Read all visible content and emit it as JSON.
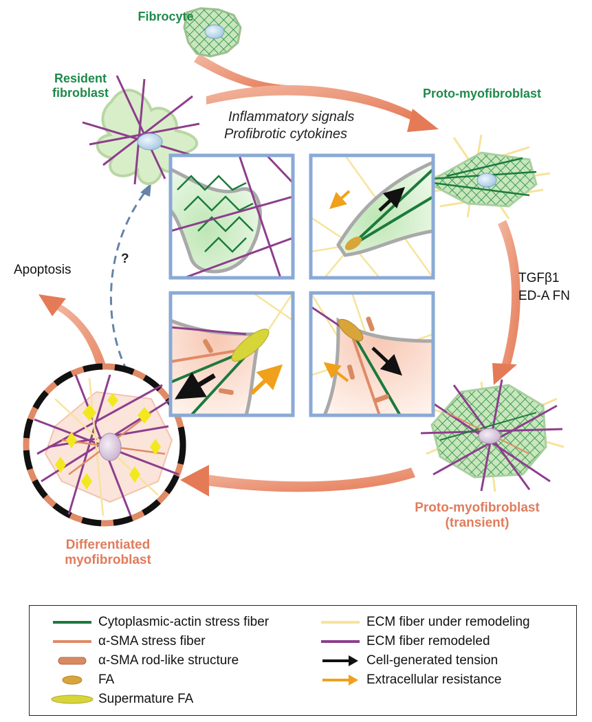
{
  "cells": {
    "fibrocyte": "Fibrocyte",
    "resident_line1": "Resident",
    "resident_line2": "fibroblast",
    "proto": "Proto-myofibroblast",
    "proto_transient_line1": "Proto-myofibroblast",
    "proto_transient_line2": "(transient)",
    "differentiated_line1": "Differentiated",
    "differentiated_line2": "myofibroblast"
  },
  "signals": {
    "inflammatory": "Inflammatory signals",
    "profibrotic": "Profibrotic cytokines",
    "tgf": "TGFβ1",
    "edafn": "ED-A FN"
  },
  "apoptosis": "Apoptosis",
  "question_mark": "?",
  "legend": [
    {
      "label": "Cytoplasmic-actin stress fiber",
      "symbol": "line",
      "color": "#1b7a3c"
    },
    {
      "label": "α-SMA stress fiber",
      "symbol": "line",
      "color": "#e08a66"
    },
    {
      "label": "α-SMA rod-like structure",
      "symbol": "rod",
      "color": "#d98a63"
    },
    {
      "label": "FA",
      "symbol": "ellipse",
      "color": "#d7a53a"
    },
    {
      "label": "Supermature FA",
      "symbol": "ellipse-wide",
      "color": "#d6d53a"
    },
    {
      "label": "ECM fiber under remodeling",
      "symbol": "line",
      "color": "#f7e39a"
    },
    {
      "label": "ECM fiber remodeled",
      "symbol": "line",
      "color": "#8d3e8d"
    },
    {
      "label": "Cell-generated tension",
      "symbol": "arrow",
      "color": "#111111"
    },
    {
      "label": "Extracellular resistance",
      "symbol": "arrow",
      "color": "#f0a01a"
    }
  ],
  "colors": {
    "cycle_arrow": "#e9896a",
    "panel_border": "#8aa9d6",
    "green_label": "#1e8a4a",
    "salmon_label": "#e07c5c",
    "dashed_arrow": "#6683a8"
  }
}
